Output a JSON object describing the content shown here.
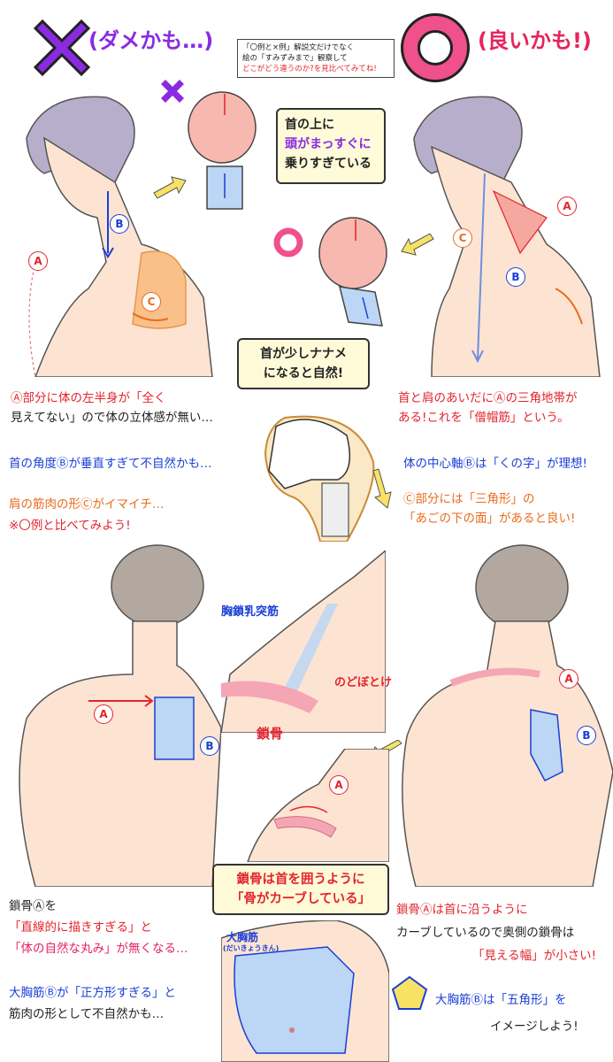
{
  "header": {
    "bad_label": "(ダメかも…)",
    "good_label": "(良いかも!)",
    "note_lines": [
      "「〇例と×例」解説文だけでなく",
      "絵の「すみずみまで」観察して",
      "どこがどう違うのか?を見比べてみてね!"
    ]
  },
  "callouts": {
    "neck_upright": [
      "首の上に",
      "頭がまっすぐに",
      "乗りすぎている"
    ],
    "neck_slant": [
      "首が少しナナメ",
      "になると自然!"
    ],
    "clavicle": [
      "鎖骨は首を囲うように",
      "「骨がカーブしている」"
    ]
  },
  "labels": {
    "a": "A",
    "b": "B",
    "c": "C",
    "scm": "胸鎖乳突筋",
    "adams_apple": "のどぼとけ",
    "clavicle": "鎖骨",
    "pectoral": "大胸筋",
    "pectoral_reading": "(だいきょうきん)"
  },
  "bad_notes": {
    "line1": "Ⓐ部分に体の左半身が「全く",
    "line2": "見えてない」ので体の立体感が無い…",
    "line3": "首の角度Ⓑが垂直すぎて不自然かも…",
    "line4": "肩の筋肉の形Ⓒがイマイチ…",
    "line5": "※〇例と比べてみよう!"
  },
  "good_notes": {
    "line1": "首と肩のあいだにⒶの三角地帯が",
    "line2": "ある!これを「僧帽筋」という。",
    "line3": "体の中心軸Ⓑは「くの字」が理想!",
    "line4": "Ⓒ部分には「三角形」の",
    "line5": "「あごの下の面」があると良い!"
  },
  "bottom_bad": {
    "line1": "鎖骨Ⓐを",
    "line2": "「直線的に描きすぎる」と",
    "line3": "「体の自然な丸み」が無くなる…",
    "line4": "大胸筋Ⓑが「正方形すぎる」と",
    "line5": "筋肉の形として不自然かも…"
  },
  "bottom_good": {
    "line1": "鎖骨Ⓐは首に沿うように",
    "line2": "カーブしているので奥側の鎖骨は",
    "line3": "「見える幅」が小さい!",
    "line4": "大胸筋Ⓑは「五角形」を",
    "line5": "イメージしよう!"
  },
  "colors": {
    "bad": "#8a2be2",
    "good": "#e6245f",
    "accent_red": "#e3232c",
    "accent_blue": "#1b3fd6",
    "accent_orange": "#ea6b1c",
    "skin": "#fde4d2",
    "hair": "#b7aecb",
    "callout_bg": "#fffbd9"
  }
}
